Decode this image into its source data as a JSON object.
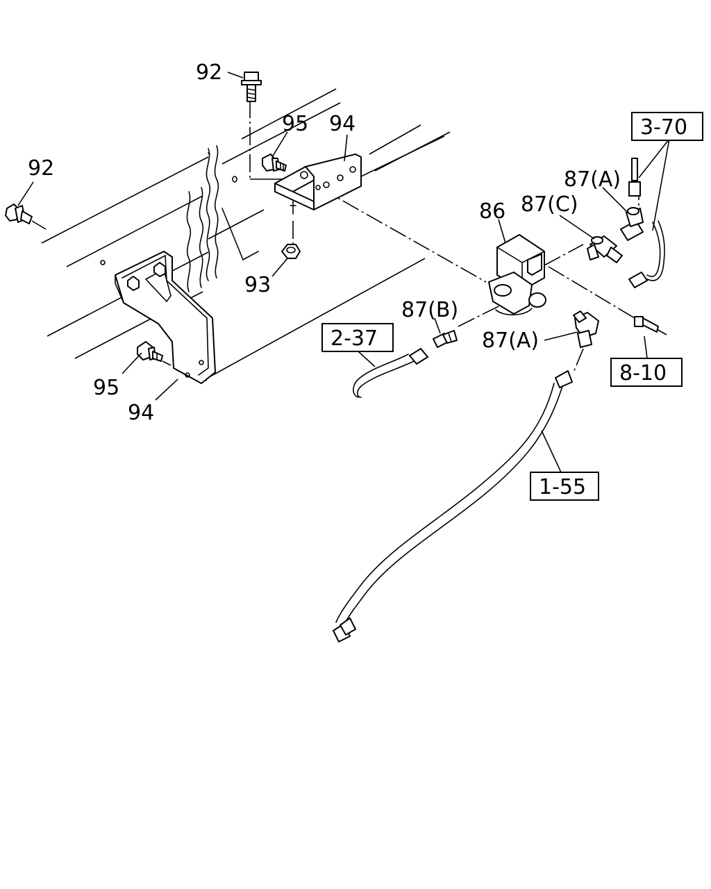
{
  "labels": {
    "bolt_92_top": "92",
    "bolt_92_left": "92",
    "bolt_95_top": "95",
    "bracket_94_top": "94",
    "nut_93": "93",
    "bolt_95_lower": "95",
    "bracket_94_lower": "94",
    "valve_86": "86",
    "fitting_87c": "87(C)",
    "fitting_87a_upper": "87(A)",
    "fitting_87b": "87(B)",
    "fitting_87a_lower": "87(A)",
    "ref_3_70": "3-70",
    "ref_2_37": "2-37",
    "ref_8_10": "8-10",
    "ref_1_55": "1-55"
  }
}
